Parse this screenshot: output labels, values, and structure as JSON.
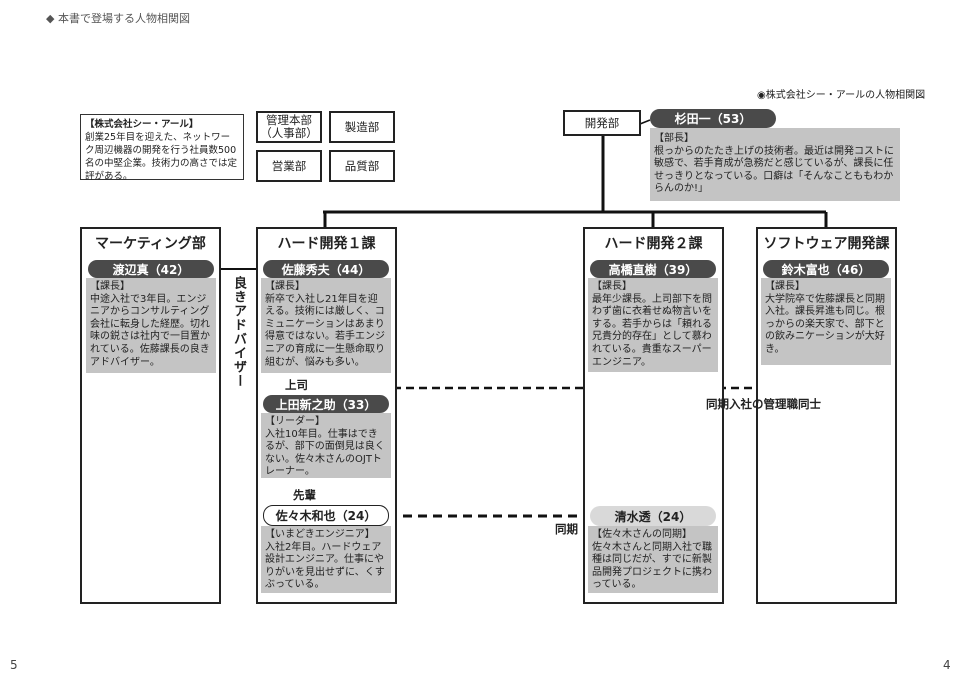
{
  "page_header": "◆ 本書で登場する人物相関図",
  "subtitle": "◉株式会社シー・アールの人物相関図",
  "page_numbers": {
    "left": "5",
    "right": "4"
  },
  "company": {
    "title": "【株式会社シー・アール】",
    "text": "創業25年目を迎えた、ネットワーク周辺機器の開発を行う社員数500名の中堅企業。技術力の高さでは定評がある。"
  },
  "departments": {
    "admin": "管理本部（人事部）",
    "manufacturing": "製造部",
    "sales": "営業部",
    "quality": "品質部",
    "development": "開発部"
  },
  "sections": {
    "marketing": "マーケティング部",
    "hard1": "ハード開発１課",
    "hard2": "ハード開発２課",
    "software": "ソフトウェア開発課"
  },
  "people": {
    "sugita": {
      "name": "杉田一（53）",
      "role": "【部長】",
      "desc": "根っからのたたき上げの技術者。最近は開発コストに敏感で、若手育成が急務だと感じているが、課長に任せっきりとなっている。口癖は「そんなことももわからんのか!」"
    },
    "watanabe": {
      "name": "渡辺真（42）",
      "role": "【課長】",
      "desc": "中途入社で3年目。エンジニアからコンサルティング会社に転身した経歴。切れ味の鋭さは社内で一目置かれている。佐藤課長の良きアドバイザー。"
    },
    "sato": {
      "name": "佐藤秀夫（44）",
      "role": "【課長】",
      "desc": "新卒で入社し21年目を迎える。技術には厳しく、コミュニケーションはあまり得意ではない。若手エンジニアの育成に一生懸命取り組むが、悩みも多い。"
    },
    "ueda": {
      "name": "上田新之助（33）",
      "role": "【リーダー】",
      "desc": "入社10年目。仕事はできるが、部下の面倒見は良くない。佐々木さんのOJTトレーナー。"
    },
    "sasaki": {
      "name": "佐々木和也（24）",
      "role": "【いまどきエンジニア】",
      "desc": "入社2年目。ハードウェア設計エンジニア。仕事にやりがいを見出せずに、くすぶっている。"
    },
    "takahashi": {
      "name": "高橋直樹（39）",
      "role": "【課長】",
      "desc": "最年少課長。上司部下を問わず歯に衣着せぬ物言いをする。若手からは「頼れる兄貴分的存在」として慕われている。貴重なスーパーエンジニア。"
    },
    "shimizu": {
      "name": "清水透（24）",
      "role": "【佐々木さんの同期】",
      "desc": "佐々木さんと同期入社で職種は同じだが、すでに新製品開発プロジェクトに携わっている。"
    },
    "suzuki": {
      "name": "鈴木富也（46）",
      "role": "【課長】",
      "desc": "大学院卒で佐藤課長と同期入社。課長昇進も同じ。根っからの楽天家で、部下との飲みニケーションが大好き。"
    }
  },
  "relations": {
    "advisor": "良きアドバイザー",
    "boss": "上司",
    "senior": "先輩",
    "peers": "同期入社の管理職同士",
    "same_year": "同期"
  }
}
